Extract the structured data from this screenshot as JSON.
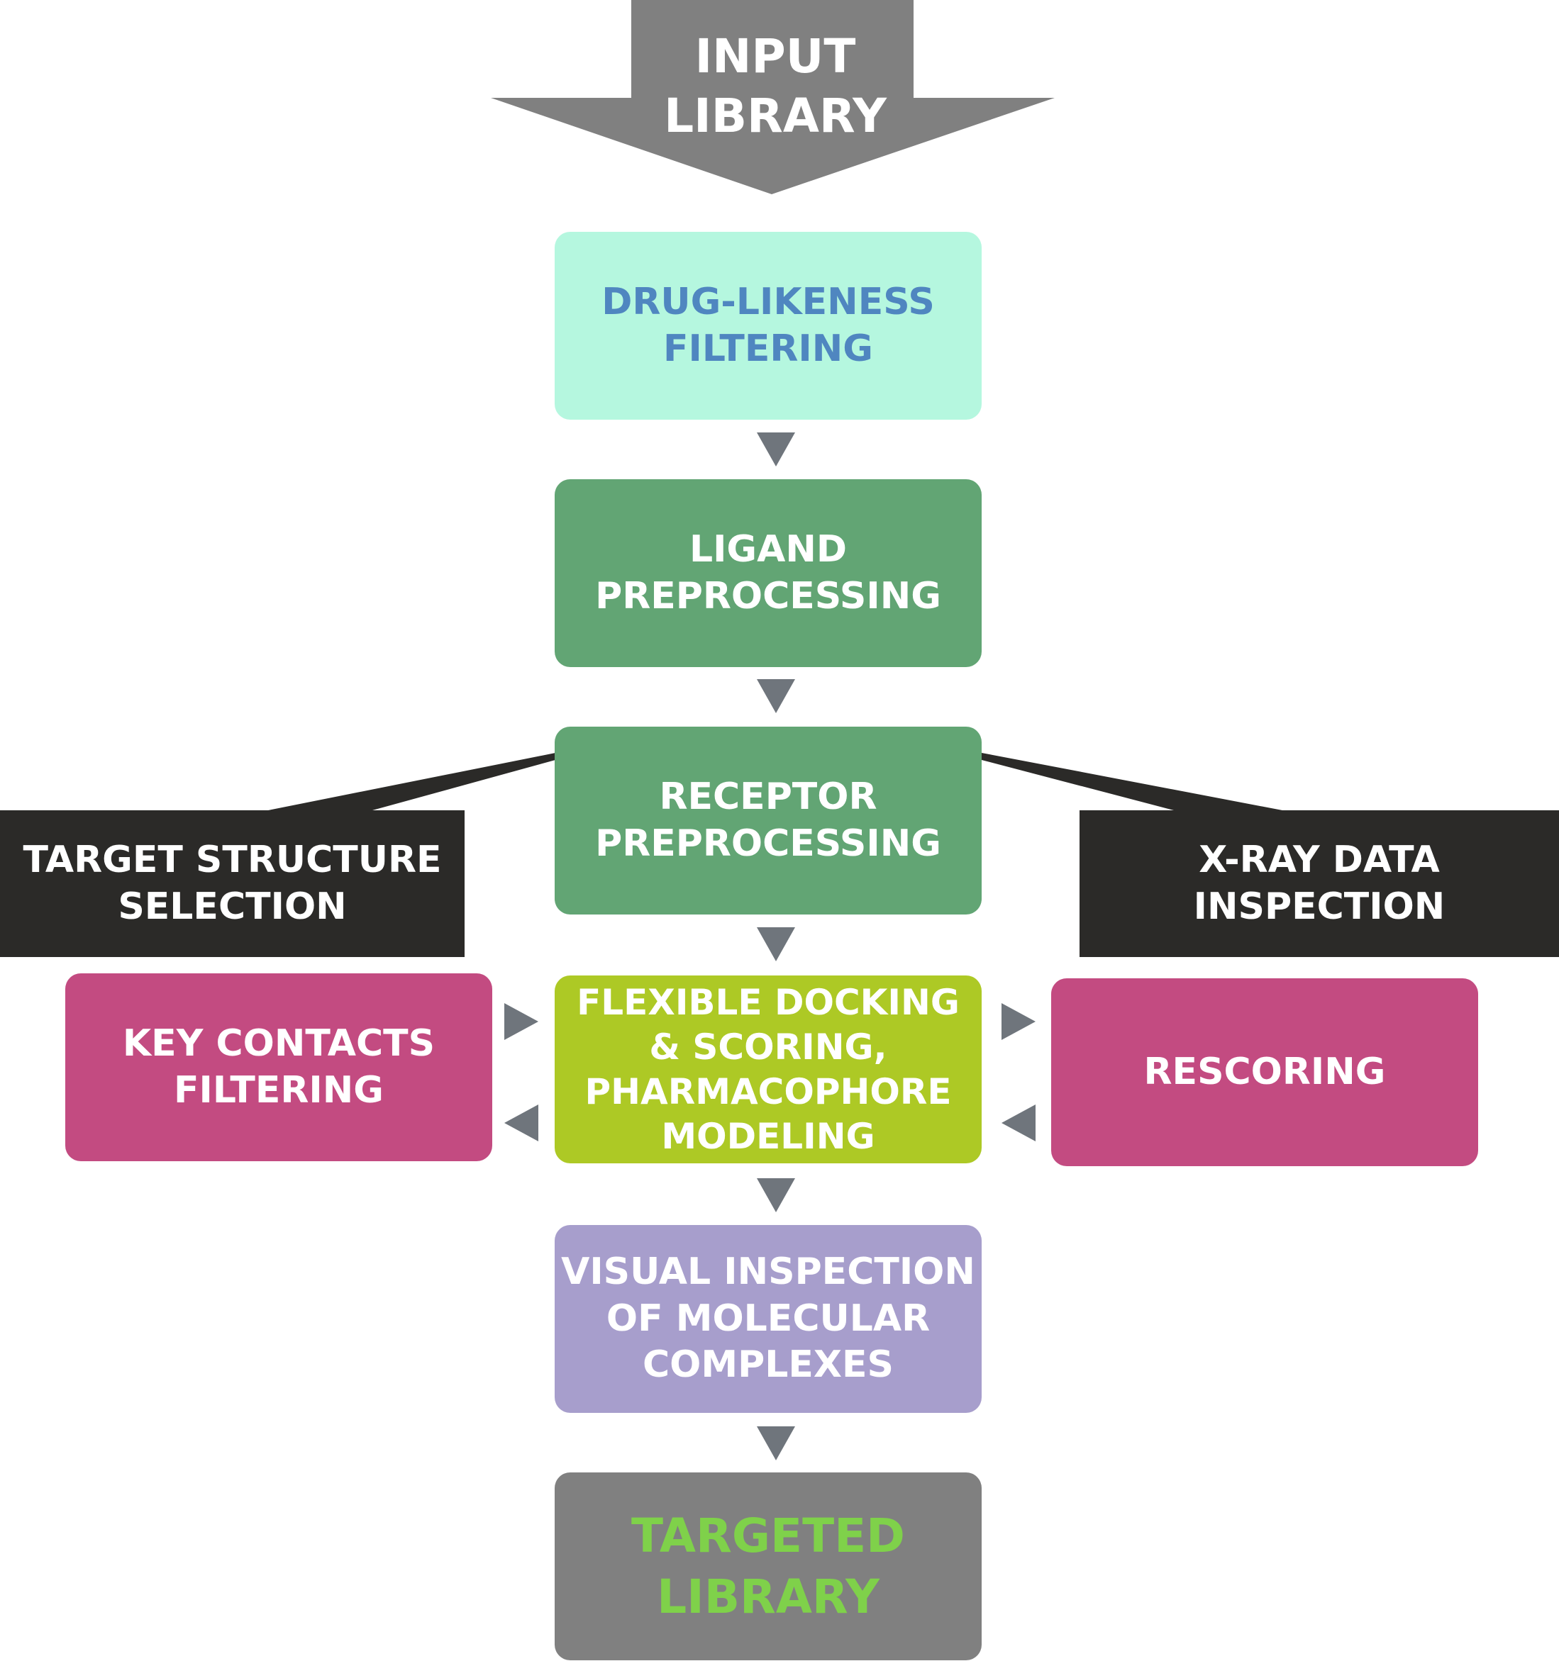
{
  "colors": {
    "arrow_gray": "#808080",
    "connector_gray": "#6f757c",
    "black_box": "#2b2a28",
    "mint": "#b5f7df",
    "mint_text": "#4f86c0",
    "green": "#62a574",
    "lime": "#adc925",
    "magenta": "#c34b81",
    "lavender": "#a79ecc",
    "gray_box": "#808080",
    "targeted_text": "#7fd14a",
    "white": "#ffffff"
  },
  "input_library": {
    "line1": "INPUT",
    "line2": "LIBRARY"
  },
  "drug_likeness": {
    "line1": "DRUG-LIKENESS",
    "line2": "FILTERING"
  },
  "ligand": {
    "line1": "LIGAND",
    "line2": "PREPROCESSING"
  },
  "receptor": {
    "line1": "RECEPTOR",
    "line2": "PREPROCESSING"
  },
  "target_structure": {
    "line1": "TARGET STRUCTURE",
    "line2": "SELECTION"
  },
  "xray": {
    "line1": "X-RAY DATA",
    "line2": "INSPECTION"
  },
  "key_contacts": {
    "line1": "KEY CONTACTS",
    "line2": "FILTERING"
  },
  "docking": {
    "line1": "FLEXIBLE DOCKING",
    "line2": "& SCORING,",
    "line3": "PHARMACOPHORE",
    "line4": "MODELING"
  },
  "rescoring": {
    "line1": "RESCORING"
  },
  "visual": {
    "line1": "VISUAL INSPECTION",
    "line2": "OF MOLECULAR",
    "line3": "COMPLEXES"
  },
  "targeted_library": {
    "line1": "TARGETED",
    "line2": "LIBRARY"
  }
}
